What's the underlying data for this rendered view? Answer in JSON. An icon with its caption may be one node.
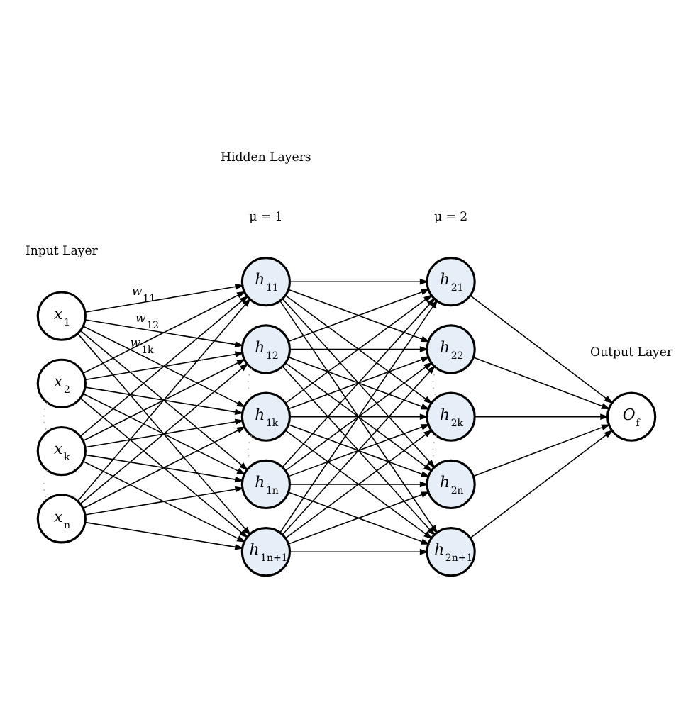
{
  "diagram": {
    "nodes": [
      {
        "text": [
          "x$_{1}$"
        ]
      },
      {
        "text": [
          "x$_{2}$"
        ]
      },
      {
        "text": [
          "x$_{k}$"
        ]
      },
      {
        "text": [
          "x$_{n}$"
        ]
      },
      {
        "text": [
          "h$_{11}$"
        ]
      },
      {
        "text": [
          "h$_{12}$"
        ]
      },
      {
        "text": [
          "h$_{1k}$"
        ]
      },
      {
        "text": [
          "h$_{1n}$"
        ]
      },
      {
        "text": [
          "h$_{1n+1}$"
        ]
      },
      {
        "text": [
          "h$_{21}$"
        ]
      },
      {
        "text": [
          "h$_{22}$"
        ]
      },
      {
        "text": [
          "h$_{2k}$"
        ]
      },
      {
        "text": [
          "h$_{2n}$"
        ]
      },
      {
        "text": [
          "h$_{2n+1}$"
        ]
      },
      {
        "text": [
          "O$_{f}$"
        ]
      }
    ],
    "edges": [
      {
        "from": 0,
        "to": 4,
        "arrow": "to",
        "label": "w$_{11}$"
      },
      {
        "from": 0,
        "to": 5,
        "arrow": "to",
        "label": "w$_{12}$"
      },
      {
        "from": 0,
        "to": 6,
        "arrow": "to",
        "label": "w$_{1k}$"
      },
      {
        "from": 0,
        "to": 7,
        "arrow": "to"
      },
      {
        "from": 0,
        "to": 8,
        "arrow": "to"
      },
      {
        "from": 1,
        "to": 4,
        "arrow": "to"
      },
      {
        "from": 1,
        "to": 5,
        "arrow": "to"
      },
      {
        "from": 1,
        "to": 6,
        "arrow": "to"
      },
      {
        "from": 1,
        "to": 7,
        "arrow": "to"
      },
      {
        "from": 1,
        "to": 8,
        "arrow": "to"
      },
      {
        "from": 2,
        "to": 4,
        "arrow": "to"
      },
      {
        "from": 2,
        "to": 5,
        "arrow": "to"
      },
      {
        "from": 2,
        "to": 6,
        "arrow": "to"
      },
      {
        "from": 2,
        "to": 7,
        "arrow": "to"
      },
      {
        "from": 2,
        "to": 8,
        "arrow": "to"
      },
      {
        "from": 3,
        "to": 4,
        "arrow": "to"
      },
      {
        "from": 3,
        "to": 5,
        "arrow": "to"
      },
      {
        "from": 3,
        "to": 6,
        "arrow": "to"
      },
      {
        "from": 3,
        "to": 7,
        "arrow": "to"
      },
      {
        "from": 3,
        "to": 8,
        "arrow": "to"
      },
      {
        "from": 4,
        "to": 9,
        "arrow": "to"
      },
      {
        "from": 4,
        "to": 10,
        "arrow": "to"
      },
      {
        "from": 4,
        "to": 11,
        "arrow": "to"
      },
      {
        "from": 4,
        "to": 12,
        "arrow": "to"
      },
      {
        "from": 4,
        "to": 13,
        "arrow": "to"
      },
      {
        "from": 5,
        "to": 9,
        "arrow": "to"
      },
      {
        "from": 5,
        "to": 10,
        "arrow": "to"
      },
      {
        "from": 5,
        "to": 11,
        "arrow": "to"
      },
      {
        "from": 5,
        "to": 12,
        "arrow": "to"
      },
      {
        "from": 5,
        "to": 13,
        "arrow": "to"
      },
      {
        "from": 6,
        "to": 9,
        "arrow": "to"
      },
      {
        "from": 6,
        "to": 10,
        "arrow": "to"
      },
      {
        "from": 6,
        "to": 11,
        "arrow": "to"
      },
      {
        "from": 6,
        "to": 12,
        "arrow": "to"
      },
      {
        "from": 6,
        "to": 13,
        "arrow": "to"
      },
      {
        "from": 7,
        "to": 9,
        "arrow": "to"
      },
      {
        "from": 7,
        "to": 10,
        "arrow": "to"
      },
      {
        "from": 7,
        "to": 11,
        "arrow": "to"
      },
      {
        "from": 7,
        "to": 12,
        "arrow": "to"
      },
      {
        "from": 7,
        "to": 13,
        "arrow": "to"
      },
      {
        "from": 8,
        "to": 9,
        "arrow": "to"
      },
      {
        "from": 8,
        "to": 10,
        "arrow": "to"
      },
      {
        "from": 8,
        "to": 11,
        "arrow": "to"
      },
      {
        "from": 8,
        "to": 12,
        "arrow": "to"
      },
      {
        "from": 8,
        "to": 13,
        "arrow": "to"
      },
      {
        "from": 9,
        "to": 14,
        "arrow": "to"
      },
      {
        "from": 10,
        "to": 14,
        "arrow": "to"
      },
      {
        "from": 11,
        "to": 14,
        "arrow": "to"
      },
      {
        "from": 12,
        "to": 14,
        "arrow": "to"
      },
      {
        "from": 13,
        "to": 14,
        "arrow": "to"
      },
      {
        "from": 1,
        "to": 2,
        "arrow": "none",
        "style": "dashed",
        "color": "#aaaaaa"
      },
      {
        "from": 2,
        "to": 3,
        "arrow": "none",
        "style": "dashed",
        "color": "#aaaaaa"
      },
      {
        "from": 5,
        "to": 6,
        "arrow": "none",
        "style": "dashed",
        "color": "#aaaaaa"
      },
      {
        "from": 6,
        "to": 7,
        "arrow": "none",
        "style": "dashed",
        "color": "#aaaaaa"
      },
      {
        "from": 10,
        "to": 11,
        "arrow": "none",
        "style": "dashed",
        "color": "#aaaaaa"
      },
      {
        "from": 11,
        "to": 12,
        "arrow": "none",
        "style": "dashed",
        "color": "#aaaaaa"
      }
    ],
    "labels": [
      "Input Layer",
      "Hidden Layers",
      "Output Layer",
      "μ = 1",
      "μ = 2"
    ]
  }
}
